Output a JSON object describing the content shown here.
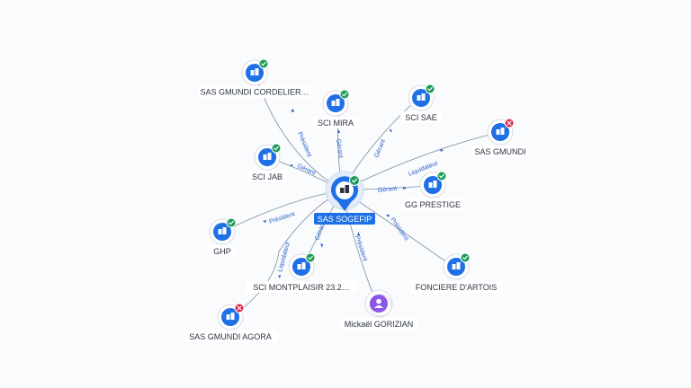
{
  "center": {
    "label": "SAS SOGEFIP",
    "icon": "building-icon",
    "status": "active"
  },
  "nodes": [
    {
      "id": "cordeliers",
      "label": "SAS GMUNDI CORDELIER…",
      "icon": "building-icon",
      "status": "active",
      "relation": "Président"
    },
    {
      "id": "mira",
      "label": "SCI MIRA",
      "icon": "building-icon",
      "status": "active",
      "relation": "Gérant"
    },
    {
      "id": "sae",
      "label": "SCI SAE",
      "icon": "building-icon",
      "status": "active",
      "relation": "Gérant"
    },
    {
      "id": "gmundi",
      "label": "SAS GMUNDI",
      "icon": "building-icon",
      "status": "closed",
      "relation": "Liquidateur"
    },
    {
      "id": "jab",
      "label": "SCI JAB",
      "icon": "building-icon",
      "status": "active",
      "relation": "Gérant"
    },
    {
      "id": "ggprestige",
      "label": "GG PRESTIGE",
      "icon": "building-icon",
      "status": "active",
      "relation": "Gérant"
    },
    {
      "id": "ghp",
      "label": "GHP",
      "icon": "building-icon",
      "status": "active",
      "relation": "Président"
    },
    {
      "id": "montplaisir",
      "label": "SCI MONTPLAISIR 23.2…",
      "icon": "building-icon",
      "status": "active",
      "relation": "Gérant"
    },
    {
      "id": "foncierearthois",
      "label": "FONCIERE D'ARTOIS",
      "icon": "building-icon",
      "status": "active",
      "relation": "Président"
    },
    {
      "id": "agora",
      "label": "SAS GMUNDI AGORA",
      "icon": "building-icon",
      "status": "closed",
      "relation": "Liquidateur"
    },
    {
      "id": "gorizian",
      "label": "Mickaël GORIZIAN",
      "icon": "person-icon",
      "status": "none",
      "relation": "Président"
    }
  ],
  "colors": {
    "accent": "#1f6fe6",
    "active": "#1d9b58",
    "closed": "#e0284a",
    "person": "#8a57e8",
    "relation_text": "#2a62c9"
  }
}
